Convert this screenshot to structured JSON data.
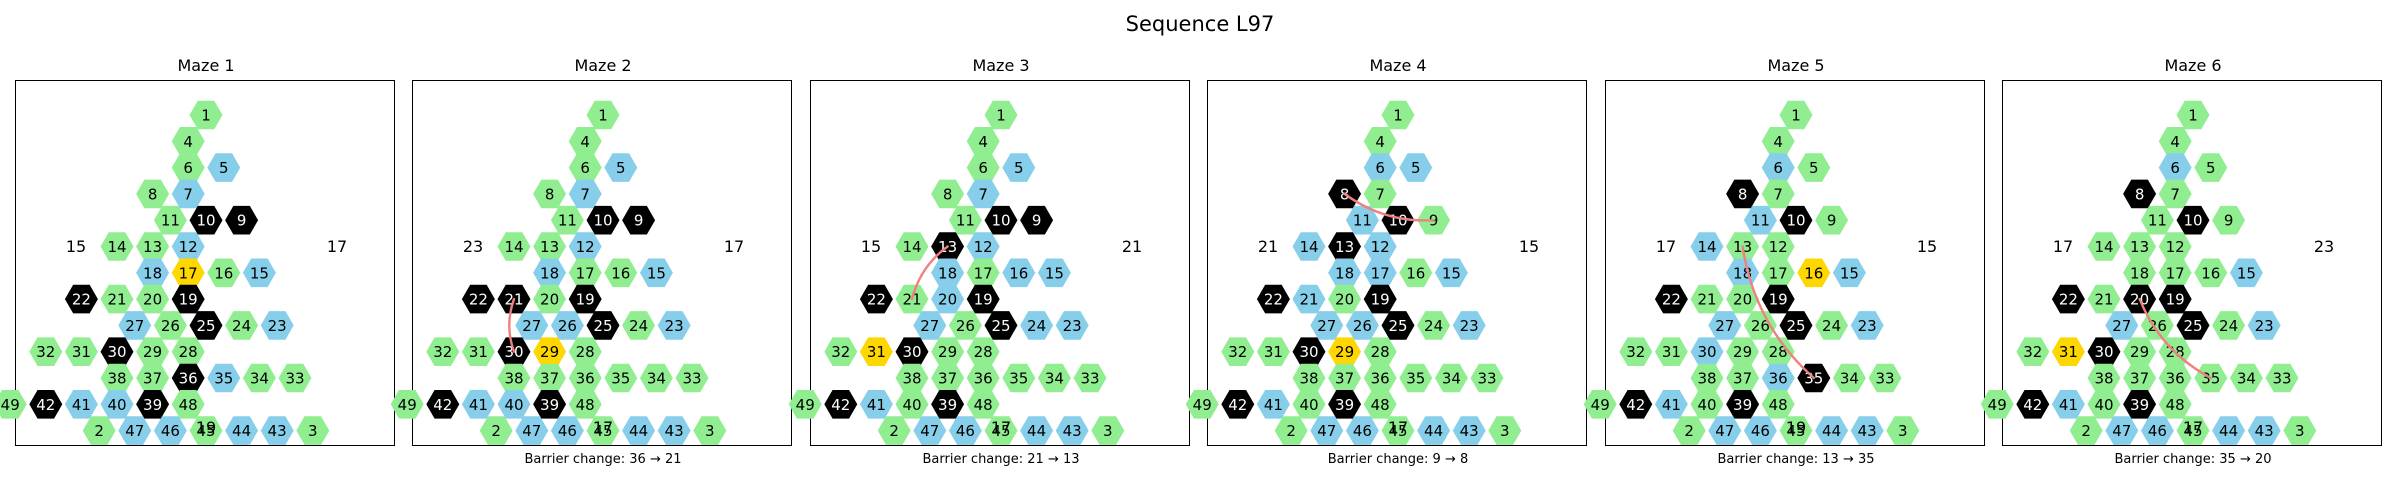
{
  "title": "Sequence L97",
  "colors": {
    "green": "#90EE90",
    "blue": "#87CEEB",
    "black": "#000000",
    "gold": "#FFD700",
    "path": "#F08080"
  },
  "rows": [
    [
      1
    ],
    [
      4
    ],
    [
      6,
      5
    ],
    [
      8,
      7
    ],
    [
      11,
      10,
      9
    ],
    [
      14,
      13,
      12
    ],
    [
      18,
      17,
      16,
      15
    ],
    [
      22,
      21,
      20,
      19
    ],
    [
      27,
      26,
      25,
      24,
      23
    ],
    [
      32,
      31,
      30,
      29,
      28
    ],
    [
      38,
      37,
      36,
      35,
      34,
      33
    ],
    [
      49,
      42,
      41,
      40,
      39,
      48
    ],
    [
      2,
      47,
      46,
      45,
      44,
      43,
      3
    ]
  ],
  "mazes": [
    {
      "title": "Maze 1",
      "left_value": "15",
      "right_value": "17",
      "bottom_value": "19",
      "caption": "",
      "blue": [
        5,
        7,
        12,
        15,
        18,
        23,
        27,
        35,
        40,
        41,
        43,
        44,
        46,
        47
      ],
      "black": [
        9,
        10,
        19,
        22,
        25,
        30,
        36,
        39,
        42
      ],
      "gold": [
        17
      ],
      "path": []
    },
    {
      "title": "Maze 2",
      "left_value": "23",
      "right_value": "17",
      "bottom_value": "17",
      "caption": "Barrier change: 36 → 21",
      "blue": [
        5,
        7,
        12,
        15,
        18,
        23,
        26,
        27,
        40,
        41,
        43,
        44,
        46,
        47
      ],
      "black": [
        9,
        10,
        19,
        21,
        22,
        25,
        30,
        39,
        42
      ],
      "gold": [
        29
      ],
      "path": [
        21,
        30
      ]
    },
    {
      "title": "Maze 3",
      "left_value": "15",
      "right_value": "21",
      "bottom_value": "17",
      "caption": "Barrier change: 21 → 13",
      "blue": [
        5,
        7,
        12,
        15,
        16,
        18,
        20,
        23,
        24,
        27,
        41,
        43,
        44,
        46,
        47
      ],
      "black": [
        9,
        10,
        13,
        19,
        22,
        25,
        30,
        39,
        42
      ],
      "gold": [
        31
      ],
      "path": [
        13,
        21
      ]
    },
    {
      "title": "Maze 4",
      "left_value": "21",
      "right_value": "15",
      "bottom_value": "17",
      "caption": "Barrier change: 9 → 8",
      "blue": [
        5,
        6,
        11,
        12,
        14,
        15,
        17,
        18,
        21,
        23,
        26,
        27,
        41,
        43,
        44,
        46,
        47
      ],
      "black": [
        8,
        10,
        13,
        19,
        22,
        25,
        30,
        39,
        42
      ],
      "gold": [
        29
      ],
      "path": [
        8,
        9
      ]
    },
    {
      "title": "Maze 5",
      "left_value": "17",
      "right_value": "15",
      "bottom_value": "19",
      "caption": "Barrier change: 13 → 35",
      "blue": [
        6,
        11,
        14,
        15,
        18,
        23,
        27,
        30,
        36,
        41,
        43,
        44,
        46,
        47
      ],
      "black": [
        8,
        10,
        19,
        22,
        25,
        35,
        39,
        42
      ],
      "gold": [
        16
      ],
      "path": [
        13,
        35
      ]
    },
    {
      "title": "Maze 6",
      "left_value": "17",
      "right_value": "23",
      "bottom_value": "17",
      "caption": "Barrier change: 35 → 20",
      "blue": [
        6,
        15,
        23,
        27,
        41,
        43,
        44,
        46,
        47
      ],
      "black": [
        8,
        10,
        19,
        20,
        22,
        25,
        30,
        39,
        42
      ],
      "gold": [
        31
      ],
      "path": [
        20,
        35
      ]
    }
  ]
}
